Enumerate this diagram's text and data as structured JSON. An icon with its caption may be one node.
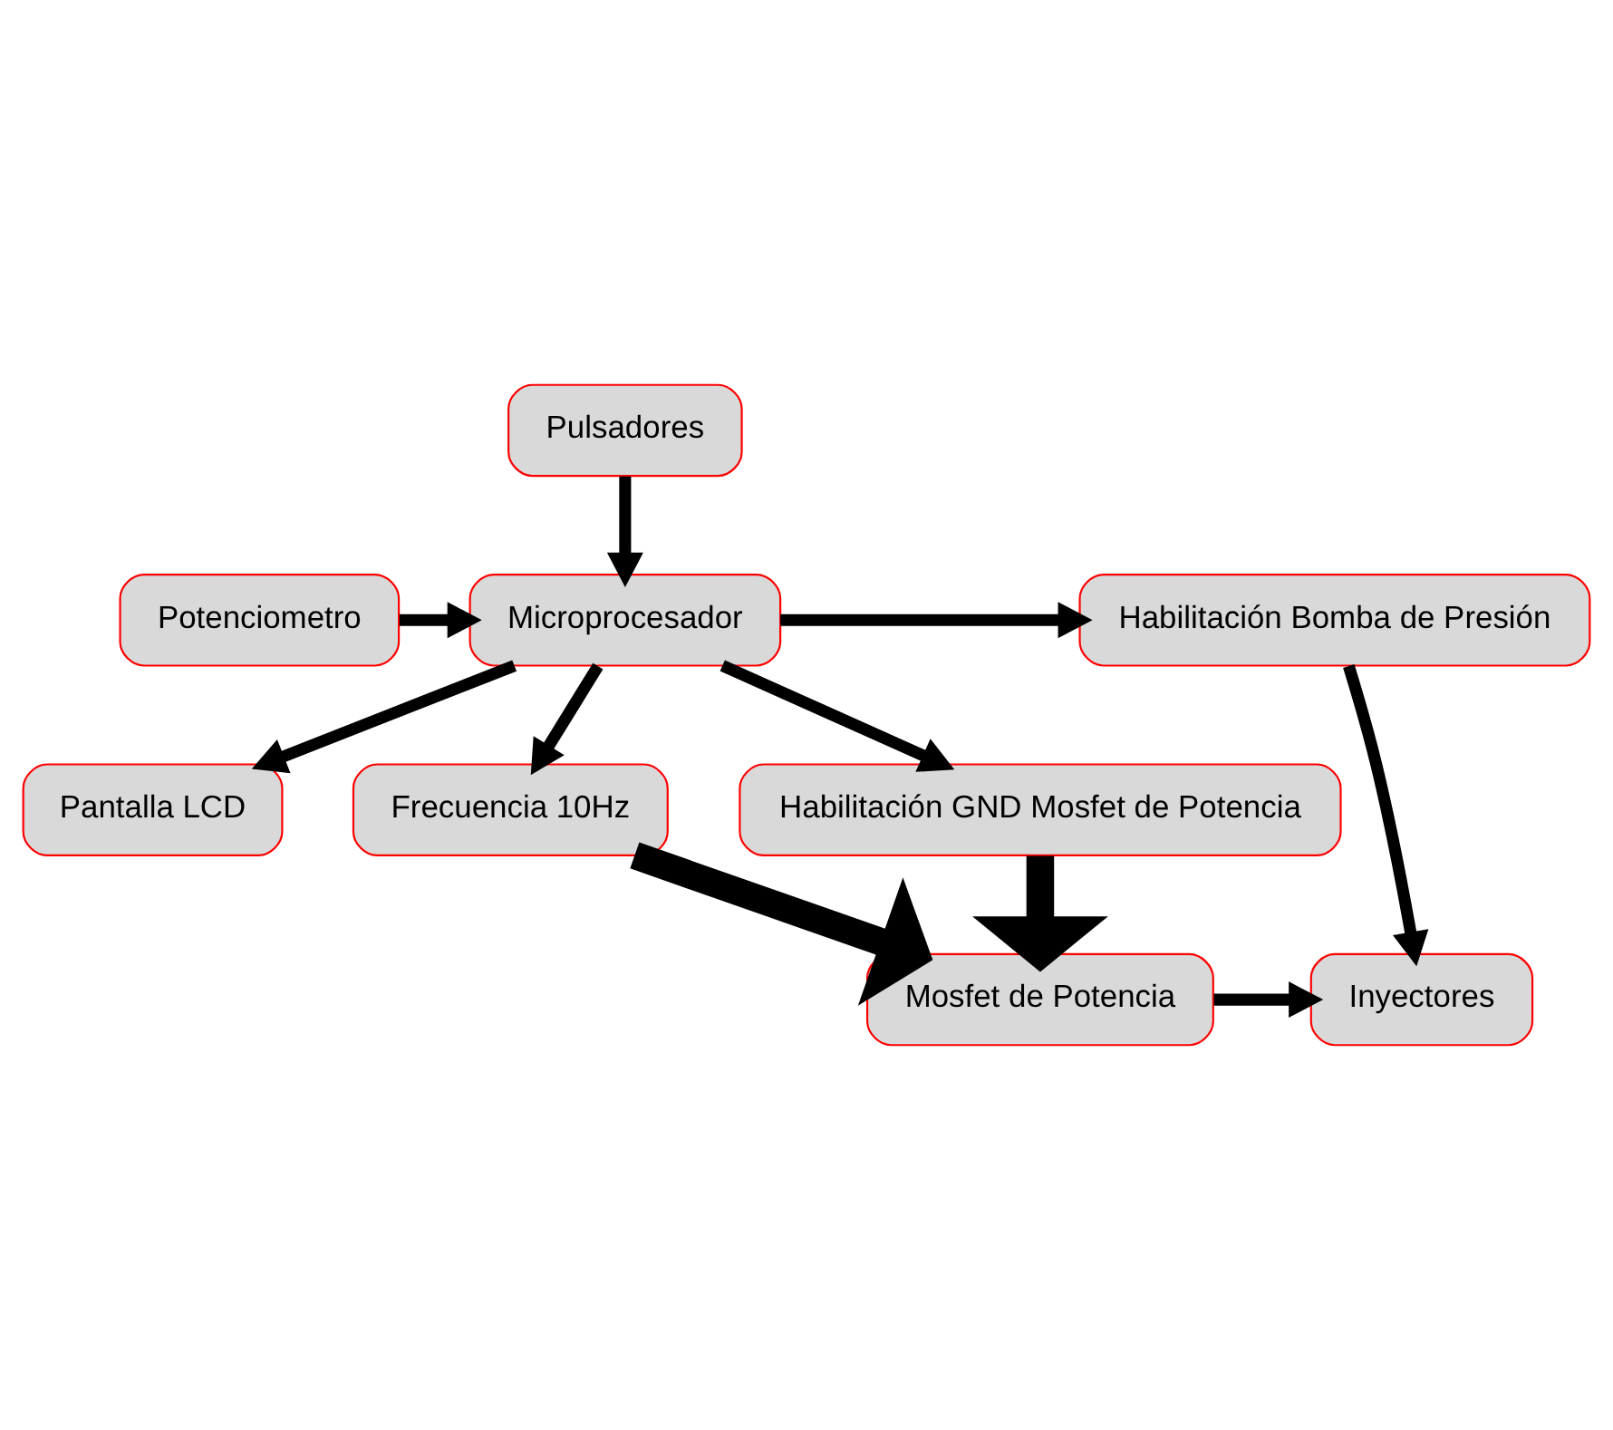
{
  "diagram": {
    "nodes": [
      {
        "text": [
          "Microprocesador"
        ]
      },
      {
        "text": [
          "Habilitación Bomba de Presión"
        ]
      },
      {
        "text": [
          "Pantalla LCD"
        ]
      },
      {
        "text": [
          "Potenciometro"
        ]
      },
      {
        "text": [
          "Pulsadores"
        ]
      },
      {
        "text": [
          "Frecuencia 10Hz"
        ]
      },
      {
        "text": [
          "Habilitación GND Mosfet de Potencia"
        ]
      },
      {
        "text": [
          "Mosfet de Potencia"
        ]
      },
      {
        "text": [
          "Inyectores"
        ]
      }
    ],
    "edges": [
      {
        "from": 0,
        "to": 1,
        "arrow": "to"
      },
      {
        "from": 0,
        "to": 2,
        "arrow": "to"
      },
      {
        "from": 3,
        "to": 0,
        "arrow": "to"
      },
      {
        "from": 4,
        "to": 0,
        "arrow": "to"
      },
      {
        "from": 0,
        "to": 5,
        "arrow": "to"
      },
      {
        "from": 0,
        "to": 6,
        "arrow": "to"
      },
      {
        "from": 1,
        "to": 8,
        "arrow": "to"
      },
      {
        "from": 5,
        "to": 7,
        "arrow": "to",
        "style": "thick"
      },
      {
        "from": 6,
        "to": 7,
        "arrow": "to",
        "style": "thick"
      },
      {
        "from": 7,
        "to": 8,
        "arrow": "to"
      }
    ]
  }
}
